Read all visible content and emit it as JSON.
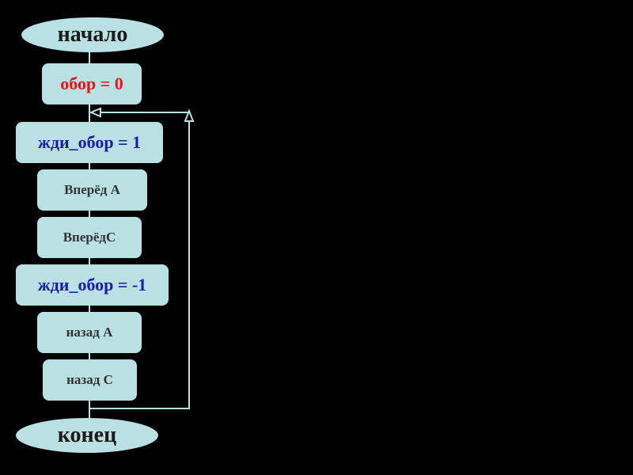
{
  "flowchart": {
    "start": "начало",
    "steps": [
      "обор = 0",
      "жди_обор = 1",
      "Вперёд А",
      "ВперёдС",
      "жди_обор = -1",
      "назад А",
      "назад С"
    ],
    "end": "конец"
  },
  "colors": {
    "fill": "#b9e1e4",
    "assign": "#e8141c",
    "wait": "#1c1ca8",
    "background": "#000000"
  }
}
